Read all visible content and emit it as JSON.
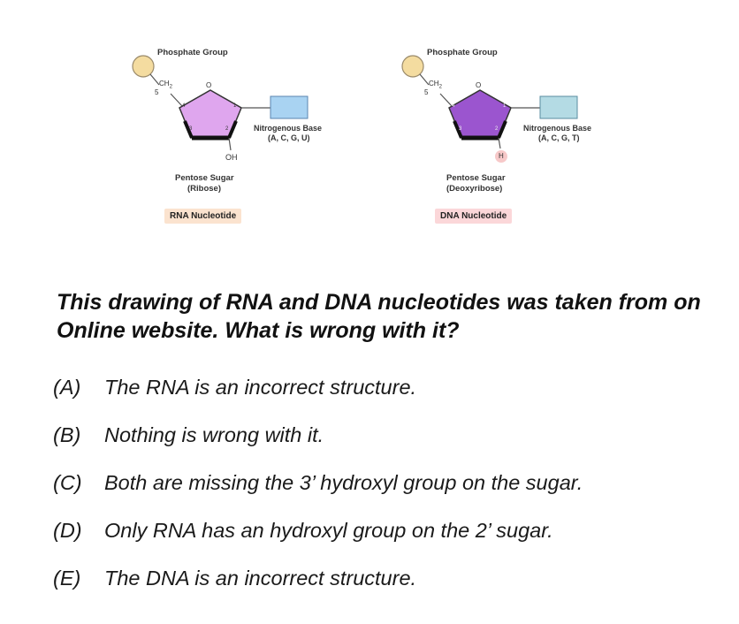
{
  "rna": {
    "phosphate_label": "Phosphate Group",
    "ch2": "CH",
    "ch2_sub": "2",
    "carbon5": "5",
    "carbon4": "4",
    "carbon3": "3",
    "carbon2": "2",
    "carbon1": "1",
    "ring_oxygen": "O",
    "base_label": "Nitrogenous Base",
    "base_list": "(A, C, G, U)",
    "substituent": "OH",
    "sugar_label": "Pentose Sugar",
    "sugar_name": "(Ribose)",
    "tag": "RNA Nucleotide",
    "sugar_color": "#dfa6ee",
    "tag_color": "#fbe3cf"
  },
  "dna": {
    "phosphate_label": "Phosphate Group",
    "ch2": "CH",
    "ch2_sub": "2",
    "carbon5": "5",
    "carbon4": "4",
    "carbon3": "3",
    "carbon2": "2",
    "carbon1": "1",
    "ring_oxygen": "O",
    "base_label": "Nitrogenous Base",
    "base_list": "(A, C, G, T)",
    "substituent": "H",
    "sugar_label": "Pentose Sugar",
    "sugar_name": "(Deoxyribose)",
    "tag": "DNA Nucleotide",
    "sugar_color": "#9b55cf",
    "tag_color": "#fbd7d9"
  },
  "colors": {
    "phosphate": "#f4dca0",
    "rna_base": "#a9d3f2",
    "dna_base": "#b4dbe4",
    "dna_h_highlight": "#f7c9c9"
  },
  "question": "This drawing of RNA and DNA nucleotides was taken from on Online website. What is wrong with it?",
  "options": [
    {
      "letter": "(A)",
      "text": "The RNA is an incorrect structure."
    },
    {
      "letter": "(B)",
      "text": "Nothing is wrong with it."
    },
    {
      "letter": "(C)",
      "text": "Both are missing the 3’ hydroxyl group on the sugar."
    },
    {
      "letter": "(D)",
      "text": "Only RNA has an hydroxyl group on the 2’ sugar."
    },
    {
      "letter": "(E)",
      "text": "The DNA is an incorrect structure."
    }
  ]
}
